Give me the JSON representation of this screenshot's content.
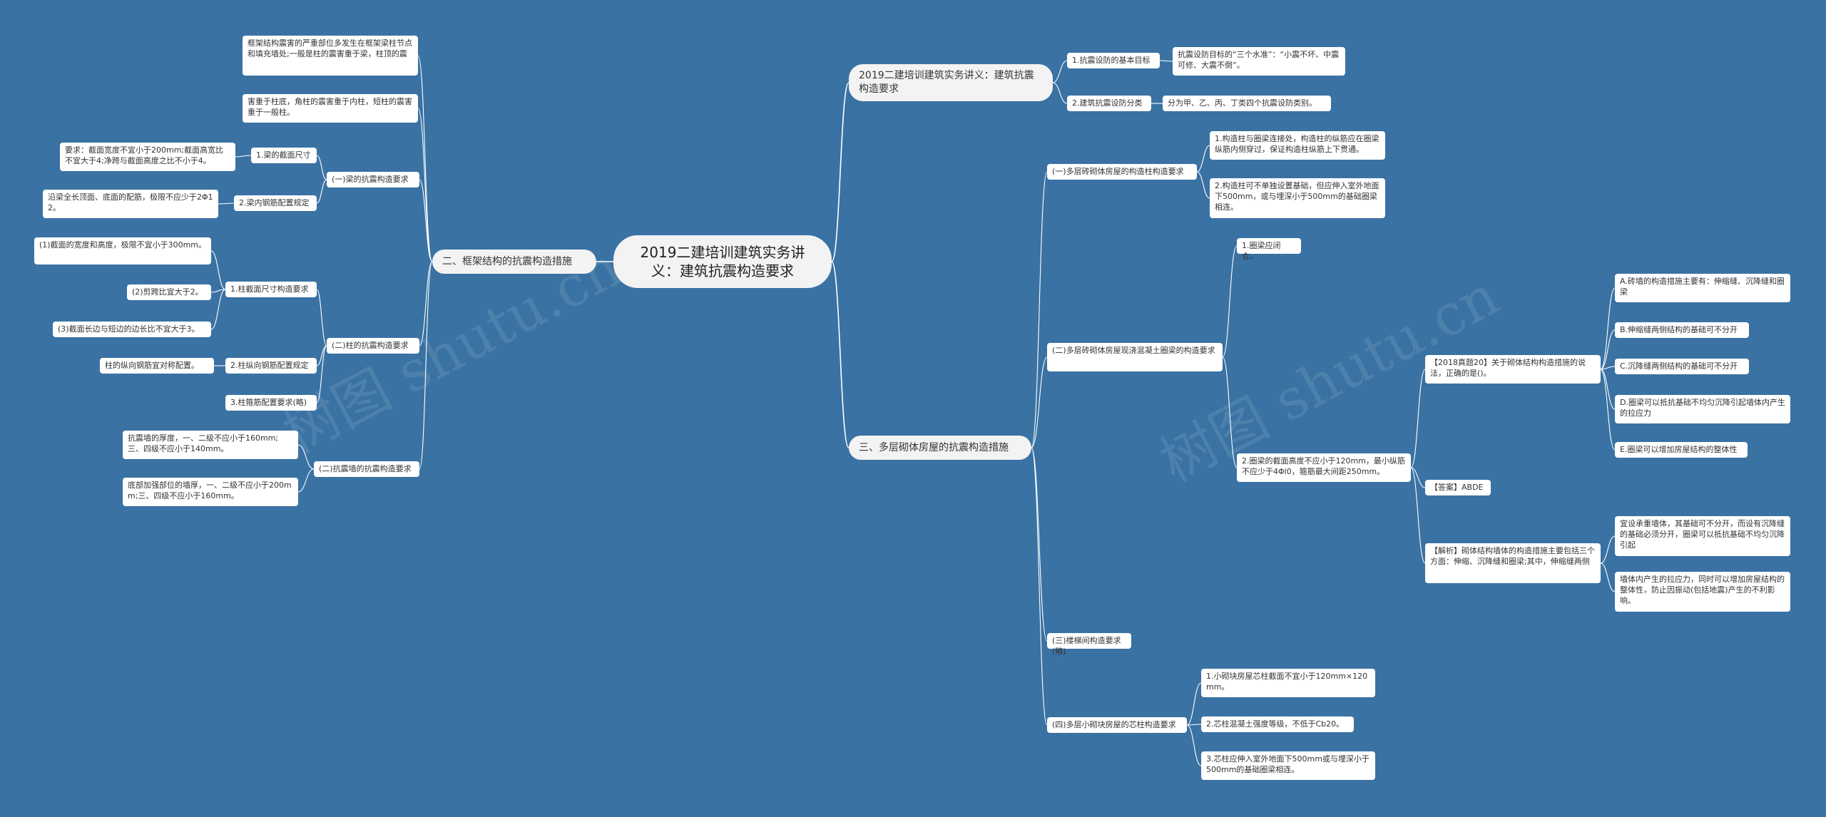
{
  "center": {
    "title": "2019二建培训建筑实务讲义：建筑抗震构造要求"
  },
  "watermark": "树图 shutu.cn",
  "right_branch_1": {
    "title": "2019二建培训建筑实务讲义：建筑抗震构造要求",
    "items": [
      {
        "label": "1.抗震设防的基本目标",
        "detail": "抗震设防目标的“三个水准”：“小震不坏、中震可修、大震不倒”。"
      },
      {
        "label": "2.建筑抗震设防分类",
        "detail": "分为甲、乙、丙、丁类四个抗震设防类别。"
      }
    ]
  },
  "left_branch": {
    "title": "二、框架结构的抗震构造措施",
    "sections": [
      {
        "label": "(一)梁的抗震构造要求",
        "notes": [
          "框架结构震害的严重部位多发生在框架梁柱节点和填充墙处;一般是柱的震害重于梁，柱顶的震",
          "害重于柱底，角柱的震害重于内柱，短柱的震害重于一般柱。"
        ],
        "items": [
          {
            "label": "1.梁的截面尺寸",
            "detail": "要求：截面宽度不宜小于200mm;截面高宽比不宜大于4;净跨与截面高度之比不小于4。"
          },
          {
            "label": "2.梁内钢筋配置规定",
            "detail": "沿梁全长顶面、底面的配筋，极限不应少于2Φ12。"
          }
        ]
      },
      {
        "label": "(二)柱的抗震构造要求",
        "items": [
          {
            "label": "1.柱截面尺寸构造要求",
            "details": [
              "(1)截面的宽度和高度，极限不宜小于300mm。",
              "(2)剪跨比宜大于2。",
              "(3)截面长边与短边的边长比不宜大于3。"
            ]
          },
          {
            "label": "2.柱纵向钢筋配置规定",
            "detail": "柱的纵向钢筋宜对称配置。"
          },
          {
            "label": "3.柱箍筋配置要求(略)"
          }
        ]
      },
      {
        "label": "(二)抗震墙的抗震构造要求",
        "details": [
          "抗震墙的厚度，一、二级不应小于160mm;三、四级不应小于140mm。",
          "底部加强部位的墙厚，一、二级不应小于200mm;三、四级不应小于160mm。"
        ]
      }
    ]
  },
  "right_branch_3": {
    "title": "三、多层砌体房屋的抗震构造措施",
    "sections": [
      {
        "label": "(一)多层砖砌体房屋的构造柱构造要求",
        "details": [
          "1.构造柱与圈梁连接处，构造柱的纵筋应在圈梁纵筋内侧穿过，保证构造柱纵筋上下贯通。",
          "2.构造柱可不单独设置基础，但应伸入室外地面下500mm，或与埋深小于500mm的基础圈梁相连。"
        ]
      },
      {
        "label": "(二)多层砖砌体房屋现浇混凝土圈梁的构造要求",
        "items": [
          {
            "label": "1.圈梁应闭合。"
          },
          {
            "label": "2.圈梁的截面高度不应小于120mm，最小纵筋不应少于4Φl0，箍筋最大间距250mm。",
            "exam": {
              "question": "【2018真题20】关于砌体结构构造措施的说法，正确的是()。",
              "options": [
                "A.砖墙的构造措施主要有：伸缩缝、沉降缝和圈梁",
                "B.伸缩缝两侧结构的基础可不分开",
                "C.沉降缝两侧结构的基础可不分开",
                "D.圈梁可以抵抗基础不均匀沉降引起墙体内产生的拉应力",
                "E.圈梁可以增加房屋结构的整体性"
              ],
              "answer": "【答案】ABDE",
              "analysis": "【解析】砌体结构墙体的构造措施主要包括三个方面：伸缩、沉降缝和圈梁;其中，伸缩缝两侧",
              "analysis_details": [
                "宜设承重墙体，其基础可不分开，而设有沉降缝的基础必须分开，圈梁可以抵抗基础不均匀沉降引起",
                "墙体内产生的拉应力，同时可以增加房屋结构的整体性，防止因振动(包括地震)产生的不利影响。"
              ]
            }
          }
        ]
      },
      {
        "label": "(三)楼梯间构造要求(略)"
      },
      {
        "label": "(四)多层小砌块房屋的芯柱构造要求",
        "details": [
          "1.小砌块房屋芯柱截面不宜小于120mm×120mm。",
          "2.芯柱混凝土强度等级，不低于Cb20。",
          "3.芯柱应伸入室外地面下500mm或与埋深小于500mm的基础圈梁相连。"
        ]
      }
    ]
  }
}
